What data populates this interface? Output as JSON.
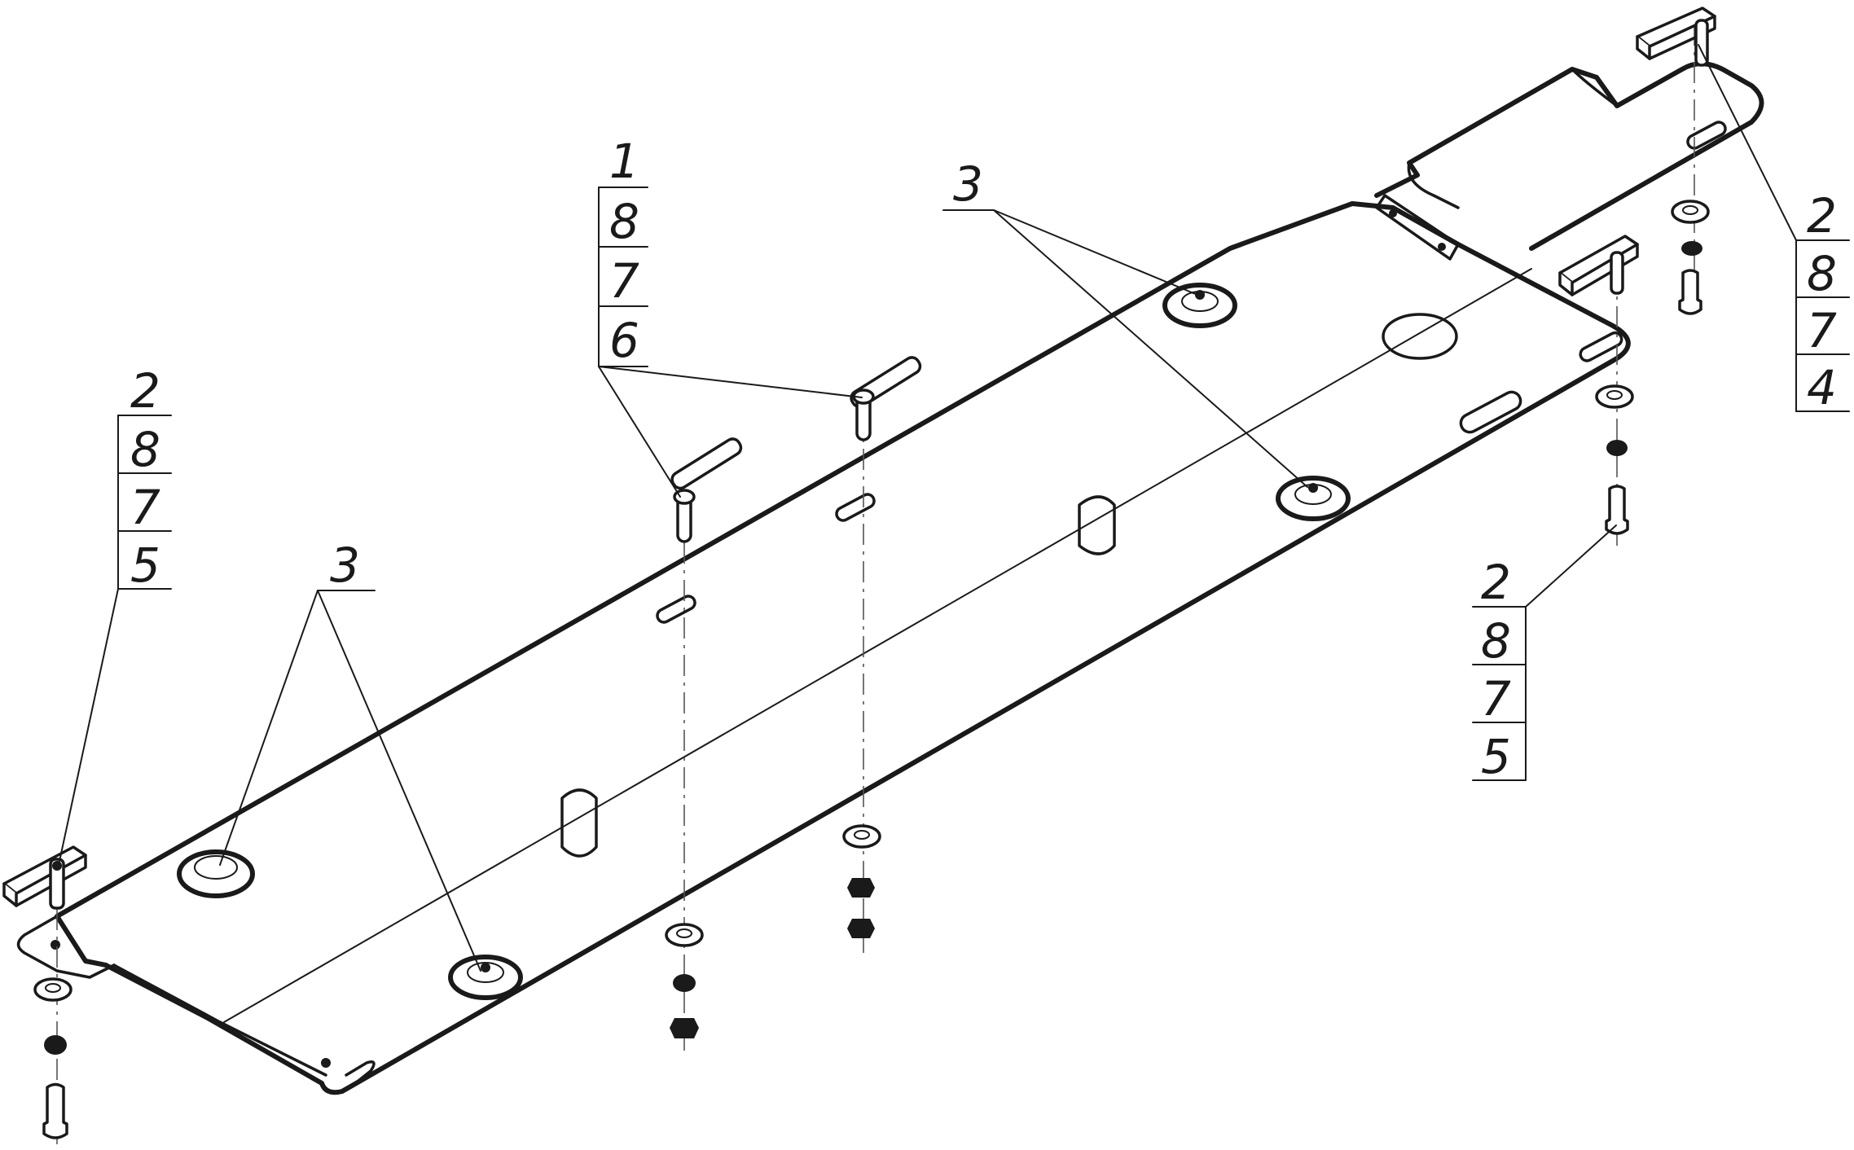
{
  "callouts": [
    {
      "id": "top-left-stack",
      "labels": [
        "2",
        "8",
        "7",
        "5"
      ]
    },
    {
      "id": "center-stack",
      "labels": [
        "1",
        "8",
        "7",
        "6"
      ]
    },
    {
      "id": "top-right-stack",
      "labels": [
        "2",
        "8",
        "7",
        "4"
      ]
    },
    {
      "id": "right-stack",
      "labels": [
        "2",
        "8",
        "7",
        "5"
      ]
    },
    {
      "id": "left-single",
      "labels": [
        "3"
      ]
    },
    {
      "id": "right-single",
      "labels": [
        "3"
      ]
    }
  ]
}
